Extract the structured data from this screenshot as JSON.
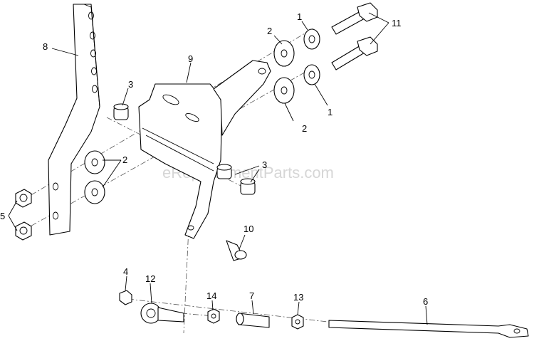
{
  "watermark": "eReplacementParts.com",
  "callouts": {
    "c1a": "1",
    "c1b": "1",
    "c2a": "2",
    "c2b": "2",
    "c2c": "2",
    "c3a": "3",
    "c3b": "3",
    "c4": "4",
    "c5": "5",
    "c6": "6",
    "c7": "7",
    "c8": "8",
    "c9": "9",
    "c10": "10",
    "c11": "11",
    "c12": "12",
    "c13": "13",
    "c14": "14"
  }
}
